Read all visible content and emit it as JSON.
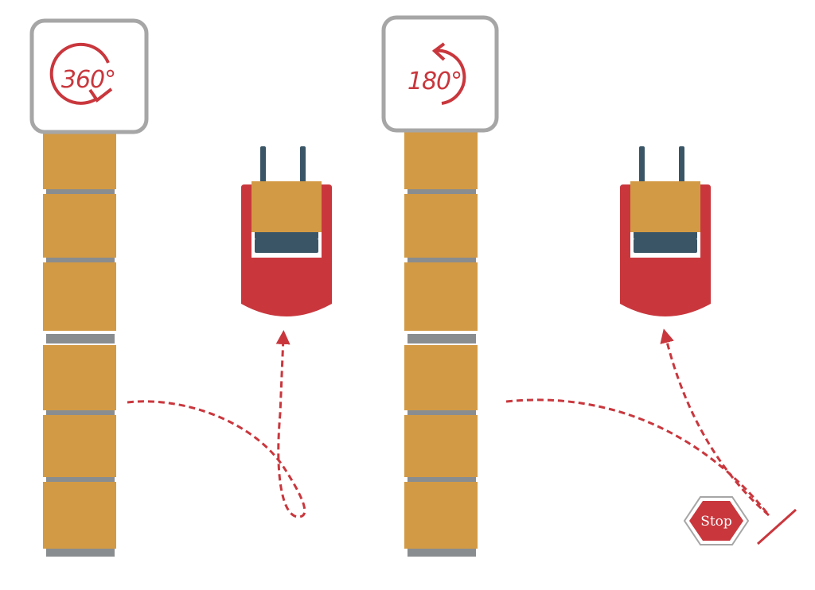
{
  "diagram": {
    "left_panel": {
      "rotation_label": "360°",
      "icon": "rotate-360-icon"
    },
    "right_panel": {
      "rotation_label": "180°",
      "icon": "rotate-180-icon"
    },
    "stop_sign": {
      "label": "Stop",
      "icon": "stop-sign-icon"
    }
  },
  "colors": {
    "pallet": "#D39A45",
    "rack_gray": "#8A8D8F",
    "forklift_red": "#C9373D",
    "forklift_dark": "#3A5566",
    "accent_red": "#C9373D",
    "badge_border": "#A6A6A6"
  }
}
